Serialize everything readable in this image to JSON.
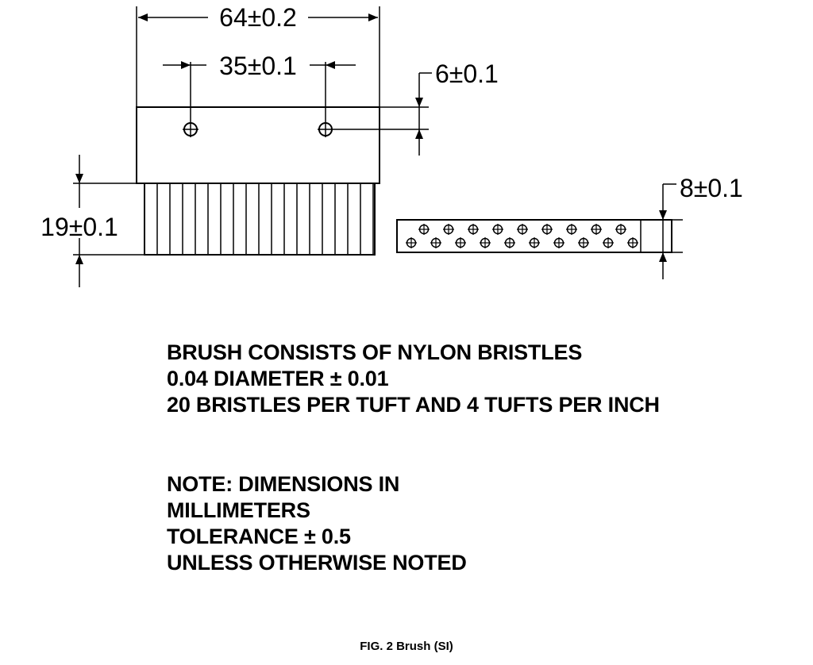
{
  "dimensions": {
    "width_overall": "64±0.2",
    "hole_spacing": "35±0.1",
    "hole_offset": "6±0.1",
    "bristle_height": "19±0.1",
    "side_thickness": "8±0.1"
  },
  "description_lines": [
    "BRUSH CONSISTS OF NYLON BRISTLES",
    "0.04 DIAMETER ± 0.01",
    "20 BRISTLES PER TUFT AND 4 TUFTS PER INCH"
  ],
  "note_lines": [
    "NOTE: DIMENSIONS IN",
    "MILLIMETERS",
    "TOLERANCE ± 0.5",
    "UNLESS OTHERWISE NOTED"
  ],
  "caption": "FIG. 2  Brush (SI)"
}
